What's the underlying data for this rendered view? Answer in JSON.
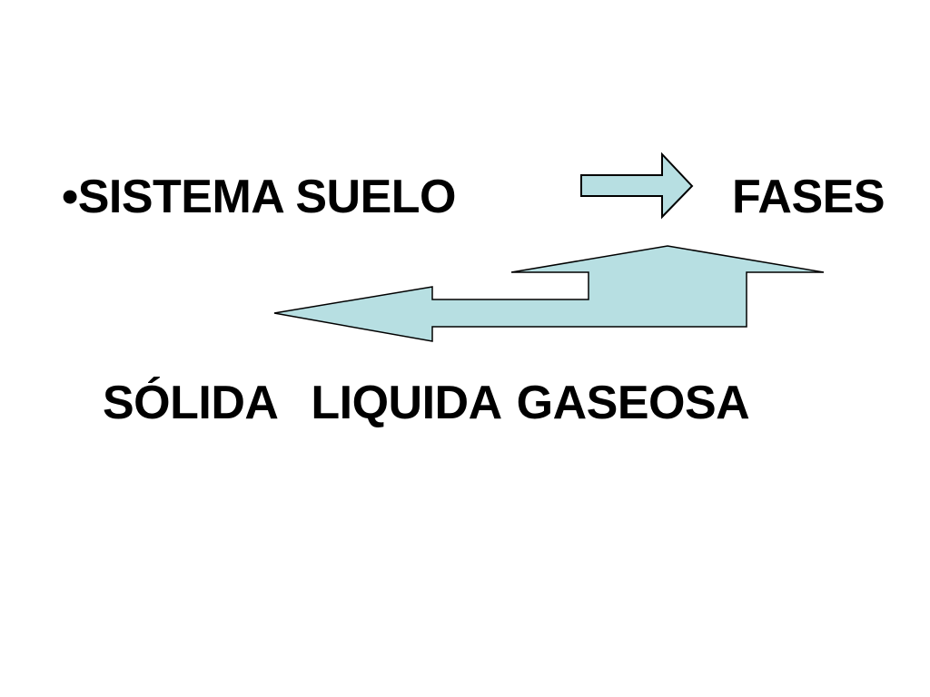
{
  "slide": {
    "bullet": "•",
    "subject": "SISTEMA SUELO",
    "target": "FASES",
    "phases": [
      "SÓLIDA",
      "LIQUIDA",
      "GASEOSA"
    ]
  },
  "colors": {
    "arrow_fill": "#b7dfe2",
    "arrow_stroke": "#000000",
    "text": "#000000",
    "background": "#ffffff"
  }
}
